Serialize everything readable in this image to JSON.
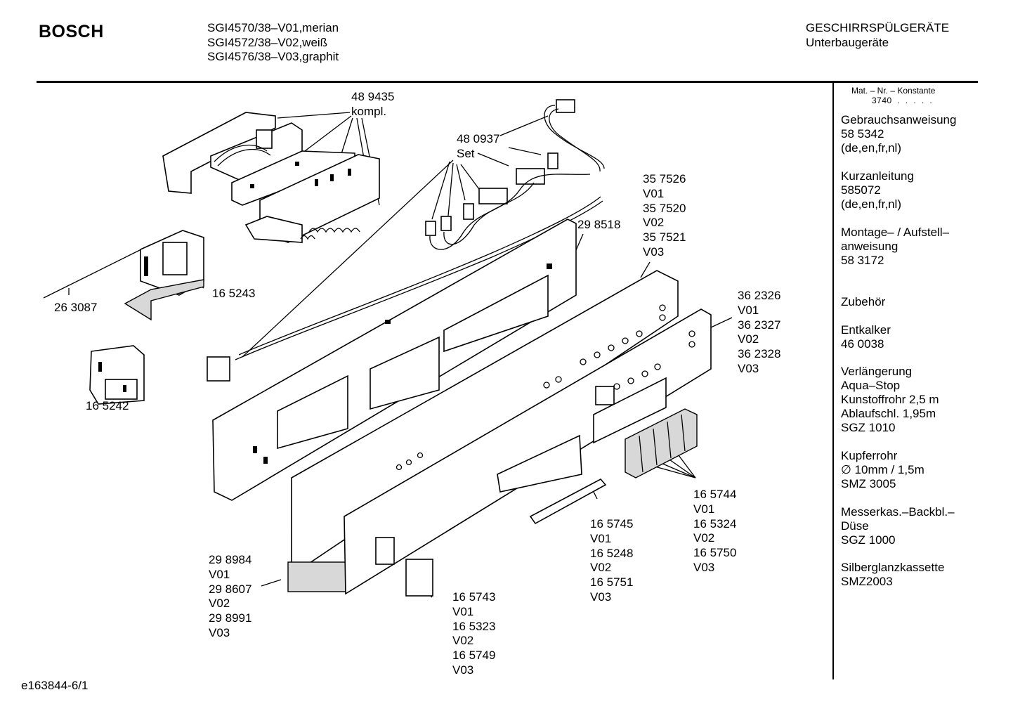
{
  "header": {
    "brand": "BOSCH",
    "models": [
      "SGI4570/38–V01,merian",
      "SGI4572/38–V02,weiß",
      "SGI4576/38–V03,graphit"
    ],
    "category": [
      "GESCHIRRSPÜLGERÄTE",
      "Unterbaugeräte"
    ]
  },
  "sidebar": {
    "matnr_label": "Mat. – Nr. – Konstante",
    "matnr_value": "3740  .  .  .  .  .",
    "blocks": [
      {
        "lines": [
          "Gebrauchsanweisung",
          "58 5342",
          "(de,en,fr,nl)"
        ]
      },
      {
        "lines": [
          "Kurzanleitung",
          "585072",
          "(de,en,fr,nl)"
        ]
      },
      {
        "lines": [
          "Montage– / Aufstell–",
          "anweisung",
          "58 3172"
        ]
      },
      {
        "lines": [
          "Zubehör"
        ]
      },
      {
        "lines": [
          "Entkalker",
          "46 0038"
        ]
      },
      {
        "lines": [
          "Verlängerung",
          "Aqua–Stop",
          "Kunstoffrohr 2,5 m",
          "Ablaufschl. 1,95m",
          "SGZ 1010"
        ]
      },
      {
        "lines": [
          "Kupferrohr",
          "∅ 10mm / 1,5m",
          "SMZ 3005"
        ]
      },
      {
        "lines": [
          "Messerkas.–Backbl.–",
          "Düse",
          "SGZ 1000"
        ]
      },
      {
        "lines": [
          "Silberglanzkassette",
          "SMZ2003"
        ]
      }
    ]
  },
  "labels": {
    "l_489435": [
      "48 9435",
      "kompl."
    ],
    "l_480937": [
      "48 0937",
      "Set"
    ],
    "l_357526": [
      "35 7526",
      "V01",
      "35 7520",
      "V02",
      "35 7521",
      "V03"
    ],
    "l_298518": [
      "29 8518"
    ],
    "l_165243": [
      "16 5243"
    ],
    "l_263087": [
      "26 3087"
    ],
    "l_165242": [
      "16 5242"
    ],
    "l_362326": [
      "36 2326",
      "V01",
      "36 2327",
      "V02",
      "36 2328",
      "V03"
    ],
    "l_165744": [
      "16 5744",
      "V01",
      "16 5324",
      "V02",
      "16 5750",
      "V03"
    ],
    "l_165745": [
      "16 5745",
      "V01",
      "16 5248",
      "V02",
      "16 5751",
      "V03"
    ],
    "l_298984": [
      "29 8984",
      "V01",
      "29 8607",
      "V02",
      "29 8991",
      "V03"
    ],
    "l_165743": [
      "16 5743",
      "V01",
      "16 5323",
      "V02",
      "16 5749",
      "V03"
    ]
  },
  "footer": {
    "code": "e163844-6/1"
  }
}
